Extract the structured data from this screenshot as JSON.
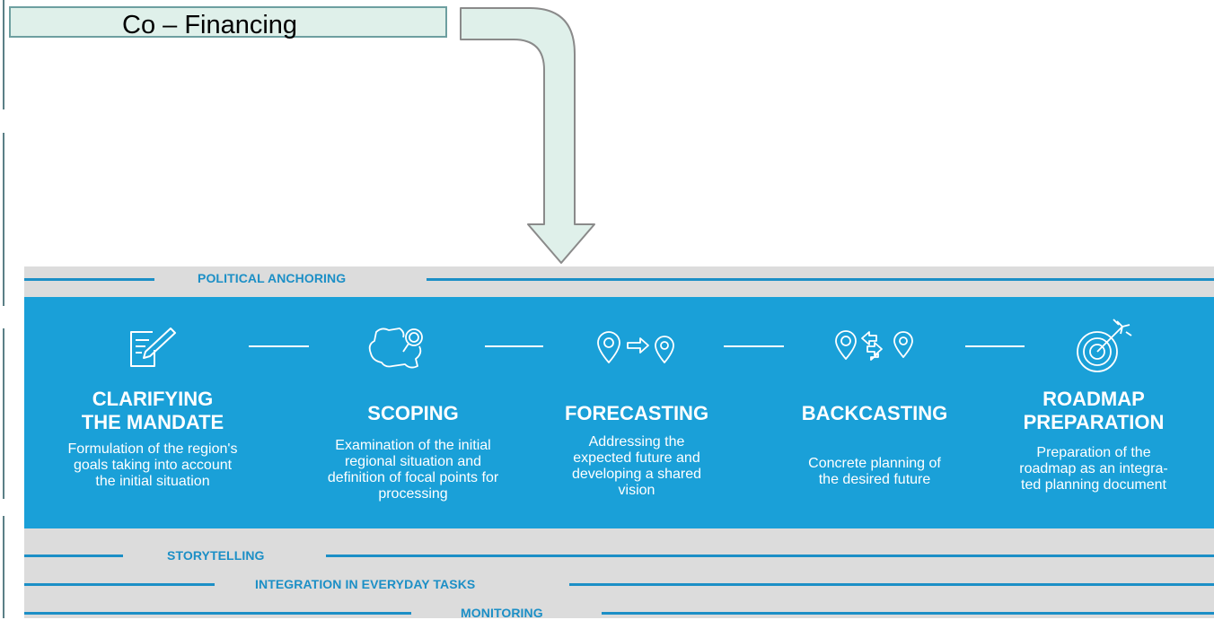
{
  "cofinancing": {
    "label": "Co – Financing"
  },
  "bands": {
    "political": "POLITICAL ANCHORING",
    "storytelling": "STORYTELLING",
    "integration": "INTEGRATION IN EVERYDAY TASKS",
    "monitoring": "MONITORING"
  },
  "steps": [
    {
      "title": "CLARIFYING\nTHE MANDATE",
      "desc": "Formulation of the region's\ngoals taking into account\nthe initial situation",
      "icon": "notepad-pencil-icon"
    },
    {
      "title": "SCOPING",
      "desc": "Examination of the initial\nregional situation and\ndefinition of focal points for\nprocessing",
      "icon": "map-magnifier-icon"
    },
    {
      "title": "FORECASTING",
      "desc": "Addressing the\nexpected future and\ndeveloping a shared\nvision",
      "icon": "pin-arrow-pin-icon"
    },
    {
      "title": "BACKCASTING",
      "desc": "Concrete planning of\nthe desired future",
      "icon": "pin-exchange-pin-icon"
    },
    {
      "title": "ROADMAP\nPREPARATION",
      "desc": "Preparation of the\nroadmap as an integra-\nted planning document",
      "icon": "target-arrow-icon"
    }
  ],
  "colors": {
    "panel_blue": "#1aa0d8",
    "band_grey": "#dcdcdc",
    "rule_blue": "#1c8fc6",
    "cofin_fill": "#dff0ea",
    "cofin_border": "#6d9fa0"
  }
}
